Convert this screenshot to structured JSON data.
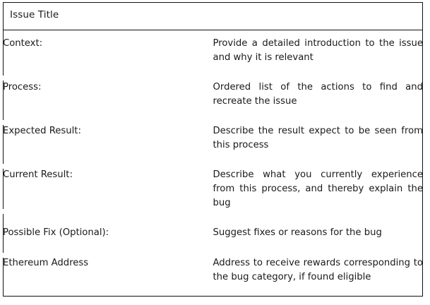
{
  "document": {
    "kind": "issue-report-template",
    "header": {
      "title": "Issue Title"
    },
    "colors": {
      "border": "#121212",
      "text": "#1a1a1a",
      "background": "#ffffff"
    },
    "rows": [
      {
        "label": "Context:",
        "value": "Provide a detailed introduction to the issue and why it is relevant"
      },
      {
        "label": "Process:",
        "value": "Ordered list of the actions to find and recreate the issue"
      },
      {
        "label": "Expected Result:",
        "value": "Describe the result expect to be seen from this process"
      },
      {
        "label": "Current Result:",
        "value": "Describe what you currently experience from this process, and thereby explain the bug"
      },
      {
        "label": "Possible Fix (Optional):",
        "value": "Suggest fixes or reasons for the bug"
      },
      {
        "label": "Ethereum Address",
        "value": "Address to receive rewards corresponding to the bug category, if found eligible"
      }
    ]
  }
}
